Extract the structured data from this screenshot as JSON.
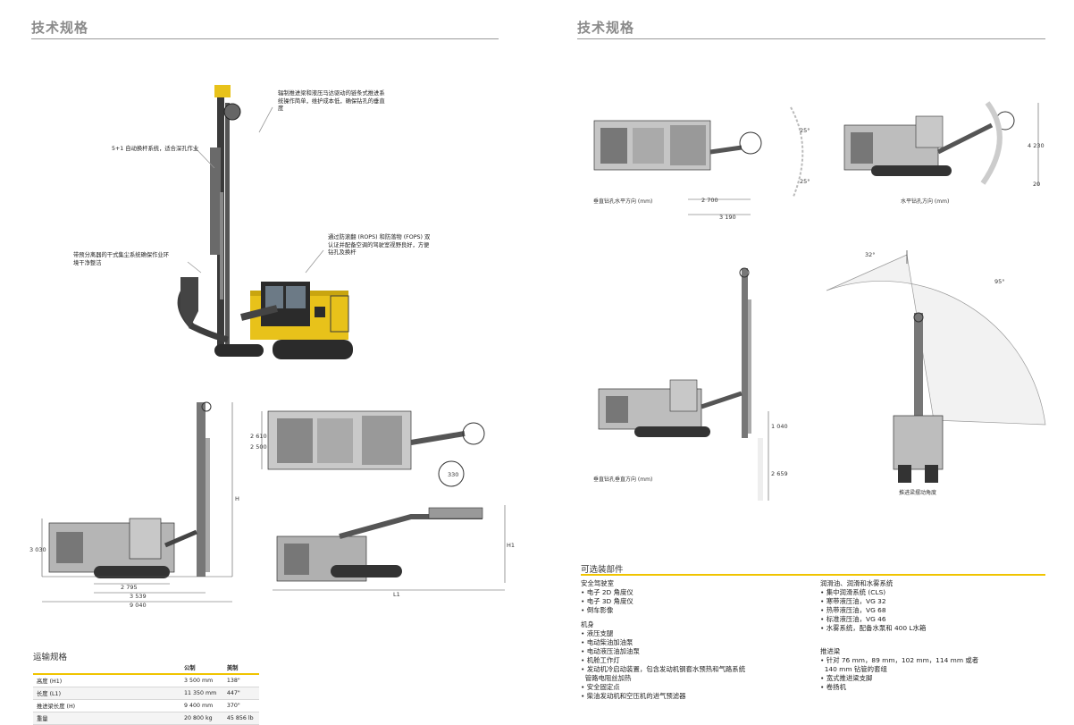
{
  "left_page": {
    "title": "技术规格",
    "callouts": {
      "feed": "辐制推进梁和液压马达驱动的链条式推进系统操作简单，维护成本低，确保钻孔的垂直度",
      "rod_changer": "5+1 自动换杆系统，适合深孔作业",
      "cabin": "通过防滚翻 (ROPS) 和防落物 (FOPS) 双认证并配备空调的驾驶室视野良好，方便钻孔及换杆",
      "dust": "带预分离器的干式集尘系统确保作业环境干净整洁"
    },
    "dims": {
      "side_h": "H",
      "side_height": "3 030",
      "side_2795": "2 795",
      "side_3539": "3 539",
      "side_9040": "9 040",
      "top_2610": "2 610",
      "top_2500": "2 500",
      "top_330": "330",
      "trans_h1": "H1",
      "trans_l1": "L1"
    },
    "transport": {
      "title": "运输规格",
      "headers": [
        "",
        "公制",
        "美制"
      ],
      "rows": [
        [
          "高度 (H1)",
          "3 500 mm",
          "138\""
        ],
        [
          "长度 (L1)",
          "11 350 mm",
          "447\""
        ],
        [
          "推进梁长度 (H)",
          "9 400 mm",
          "370\""
        ],
        [
          "重量",
          "20 800 kg",
          "45 856 lb"
        ]
      ]
    }
  },
  "right_page": {
    "title": "技术规格",
    "captions": {
      "top_view": "垂直钻孔水平方向 (mm)",
      "hz_view": "水平钻孔方向 (mm)",
      "vert_view": "垂直钻孔垂直方向 (mm)",
      "swing": "推进梁摆动角度"
    },
    "dims": {
      "d25a": "25°",
      "d25b": "25°",
      "d2700": "2 700",
      "d3190": "3 190",
      "d4230": "4 230",
      "d20": "20",
      "d1040": "1 040",
      "d2659": "2 659",
      "d32": "32°",
      "d95": "95°"
    },
    "options": {
      "title": "可选装部件",
      "col1": [
        {
          "head": "安全驾驶室",
          "items": [
            "• 电子 2D 角度仪",
            "• 电子 3D 角度仪",
            "• 倒车影像"
          ]
        },
        {
          "head": "机身",
          "items": [
            "• 液压支腿",
            "• 电动柴油加油泵",
            "• 电动液压油加油泵",
            "• 机舱工作灯",
            "• 发动机冷启动装置，包含发动机钢套水预热和气路系统",
            "  管路电阻丝加热",
            "• 安全固定点",
            "• 柴油发动机和空压机的进气预滤器"
          ]
        }
      ],
      "col2": [
        {
          "head": "润滑油、润滑和水雾系统",
          "items": [
            "• 集中润滑系统 (CLS)",
            "• 寒带液压油，VG 32",
            "• 热带液压油，VG 68",
            "• 标准液压油，VG 46",
            "• 水雾系统，配备水泵和 400 L水箱"
          ]
        },
        {
          "head": "推进梁",
          "items": [
            "• 针对 76 mm，89 mm，102 mm，114 mm 或者",
            "  140 mm 钻管的套组",
            "• 宽式推进梁支脚",
            "• 卷扬机"
          ]
        }
      ]
    }
  },
  "colors": {
    "accent": "#f0c400",
    "machine_yellow": "#e8c21a",
    "machine_grey": "#9a9a9a",
    "dark": "#2b2b2b"
  }
}
